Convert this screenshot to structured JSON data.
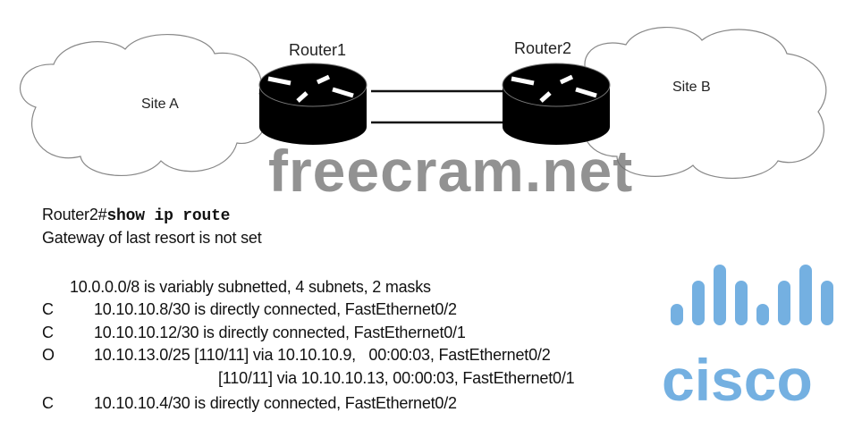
{
  "diagram": {
    "site_a": "Site A",
    "site_b": "Site B",
    "router1": "Router1",
    "router2": "Router2"
  },
  "cli": {
    "prompt": "Router2#",
    "command": "show ip route",
    "gateway": "Gateway of last resort is not set",
    "summary": "10.0.0.0/8 is variably subnetted, 4 subnets, 2 masks",
    "routes": [
      {
        "code": "C",
        "text": "10.10.10.8/30 is directly connected, FastEthernet0/2"
      },
      {
        "code": "C",
        "text": "10.10.10.12/30 is directly connected, FastEthernet0/1"
      },
      {
        "code": "O",
        "text": "10.10.13.0/25 [110/11] via 10.10.10.9,   00:00:03, FastEthernet0/2"
      },
      {
        "code": "",
        "text": "[110/11] via 10.10.10.13, 00:00:03, FastEthernet0/1"
      },
      {
        "code": "C",
        "text": "10.10.10.4/30 is directly connected, FastEthernet0/2"
      }
    ]
  },
  "watermarks": {
    "site": "freecram.net",
    "logo": "cisco"
  }
}
